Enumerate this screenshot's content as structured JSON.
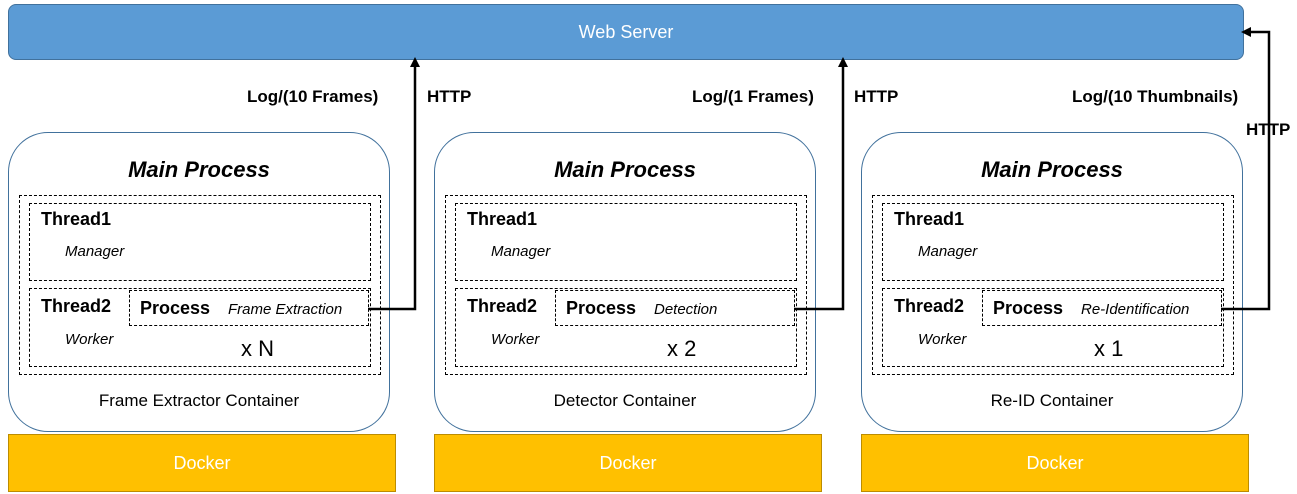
{
  "web_server": {
    "label": "Web Server"
  },
  "containers": [
    {
      "main_title": "Main Process",
      "thread1": {
        "label": "Thread1",
        "role": "Manager"
      },
      "thread2": {
        "label": "Thread2",
        "role": "Worker"
      },
      "process": {
        "label": "Process",
        "task": "Frame Extraction"
      },
      "multiplier": "x N",
      "name": "Frame Extractor Container",
      "docker": "Docker",
      "log_label": "Log/(10 Frames)",
      "link_label": "HTTP"
    },
    {
      "main_title": "Main Process",
      "thread1": {
        "label": "Thread1",
        "role": "Manager"
      },
      "thread2": {
        "label": "Thread2",
        "role": "Worker"
      },
      "process": {
        "label": "Process",
        "task": "Detection"
      },
      "multiplier": "x 2",
      "name": "Detector Container",
      "docker": "Docker",
      "log_label": "Log/(1 Frames)",
      "link_label": "HTTP"
    },
    {
      "main_title": "Main Process",
      "thread1": {
        "label": "Thread1",
        "role": "Manager"
      },
      "thread2": {
        "label": "Thread2",
        "role": "Worker"
      },
      "process": {
        "label": "Process",
        "task": "Re-Identification"
      },
      "multiplier": "x 1",
      "name": "Re-ID Container",
      "docker": "Docker",
      "log_label": "Log/(10 Thumbnails)",
      "link_label": "HTTP"
    }
  ],
  "colors": {
    "web_server_fill": "#5b9bd5",
    "docker_fill": "#ffc000",
    "container_border": "#41719c"
  }
}
